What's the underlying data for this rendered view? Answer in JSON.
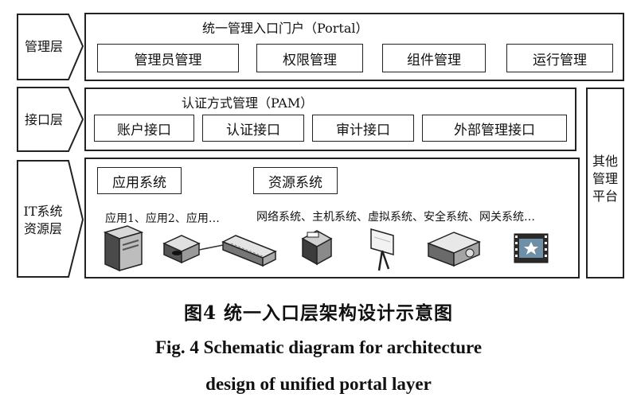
{
  "layers": {
    "management": "管理层",
    "interface": "接口层",
    "resource_line1": "IT系统",
    "resource_line2": "资源层"
  },
  "portal": {
    "title": "统一管理入口门户（Portal）",
    "items": [
      "管理员管理",
      "权限管理",
      "组件管理",
      "运行管理"
    ]
  },
  "pam": {
    "title": "认证方式管理（PAM）",
    "items": [
      "账户接口",
      "认证接口",
      "审计接口",
      "外部管理接口"
    ]
  },
  "resource": {
    "app_system": "应用系统",
    "res_system": "资源系统",
    "app_list": "应用1、应用2、应用…",
    "res_list": "网络系统、主机系统、虚拟系统、安全系统、网关系统…"
  },
  "side_platform": {
    "line1": "其他",
    "line2": "管理",
    "line3": "平台"
  },
  "icons": [
    "server-tower-icon",
    "router-icon",
    "switch-icon",
    "host-icon",
    "projection-screen-icon",
    "security-appliance-icon",
    "film-strip-icon"
  ],
  "caption": {
    "cn": "图4  统一入口层架构设计示意图",
    "en_line1": "Fig. 4  Schematic diagram for architecture",
    "en_line2": "design of unified portal layer"
  }
}
